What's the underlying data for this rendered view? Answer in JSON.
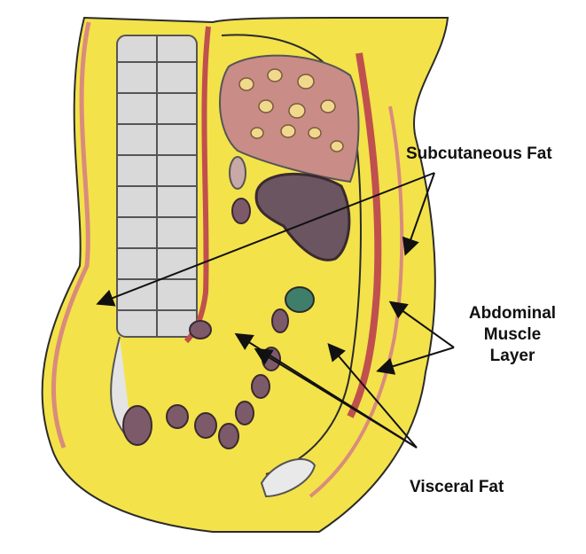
{
  "labels": {
    "subcutaneous": "Subcutaneous Fat",
    "abdominal_line1": "Abdominal",
    "abdominal_line2": "Muscle",
    "abdominal_line3": "Layer",
    "visceral": "Visceral Fat"
  },
  "colors": {
    "fat_yellow": "#f3e24a",
    "skin_line": "#2b2b2b",
    "muscle_red": "#c0504d",
    "vertebra_gray": "#dcdcdc",
    "organ_pink": "#c98c86",
    "bowel_purple": "#7d5a6a",
    "arrow": "#111111"
  }
}
